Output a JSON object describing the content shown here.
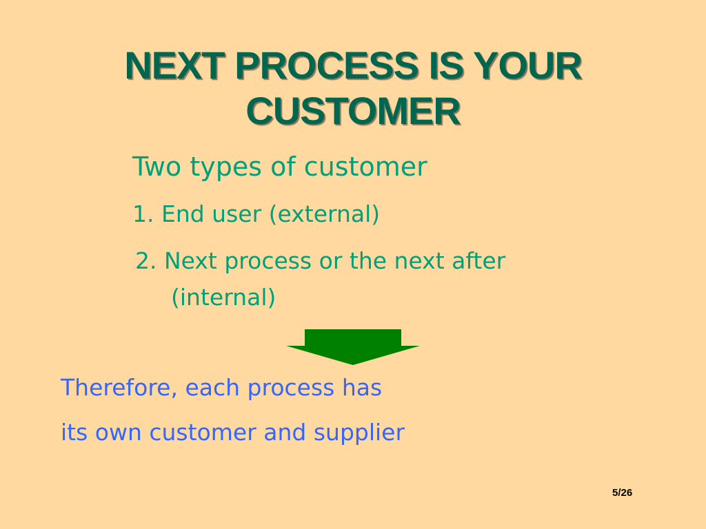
{
  "slide": {
    "title_line1": "NEXT PROCESS IS YOUR",
    "title_line2": "CUSTOMER",
    "subtitle": "Two types of  customer",
    "items": [
      {
        "text": "1. End user (external)"
      },
      {
        "text": "2. Next process or the next after",
        "continuation": "(internal)"
      }
    ],
    "arrow_icon": "down-arrow-icon",
    "conclusion_line1": "Therefore, each process has",
    "conclusion_line2": "its own customer and supplier",
    "page_number": "5/26"
  },
  "colors": {
    "background": "#FFD9A0",
    "title": "#00664F",
    "list_text": "#00A07A",
    "conclusion_text": "#3366FF",
    "arrow": "#008000"
  }
}
